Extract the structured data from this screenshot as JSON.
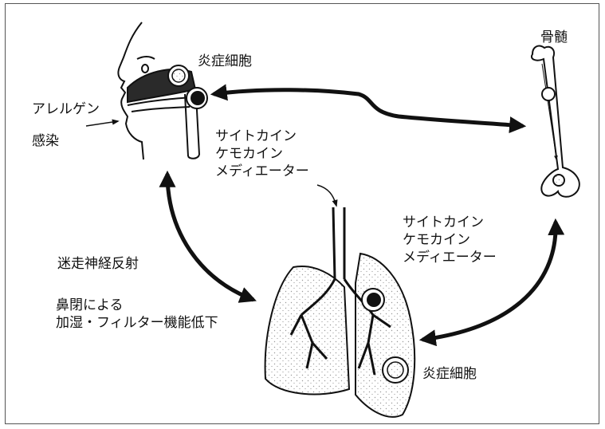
{
  "labels": {
    "inflammatory_cells_top": "炎症細胞",
    "bone_marrow": "骨髄",
    "allergen": "アレルゲン",
    "infection": "感染",
    "mediators_top": [
      "サイトカイン",
      "ケモカイン",
      "メディエーター"
    ],
    "mediators_right": [
      "サイトカイン",
      "ケモカイン",
      "メディエーター"
    ],
    "vagal_reflex": "迷走神経反射",
    "nasal_obstruction": [
      "鼻閉による",
      "加湿・フィルター機能低下"
    ],
    "inflammatory_cells_bottom": "炎症細胞"
  },
  "colors": {
    "ink": "#111111",
    "frame": "#555555",
    "stipple": "#9a9a9a",
    "nasal_mucosa": "#2a2a2a"
  },
  "icons": [
    "head-profile-icon",
    "bone-marrow-bone-icon",
    "lungs-icon",
    "inflammatory-cell-icon"
  ]
}
